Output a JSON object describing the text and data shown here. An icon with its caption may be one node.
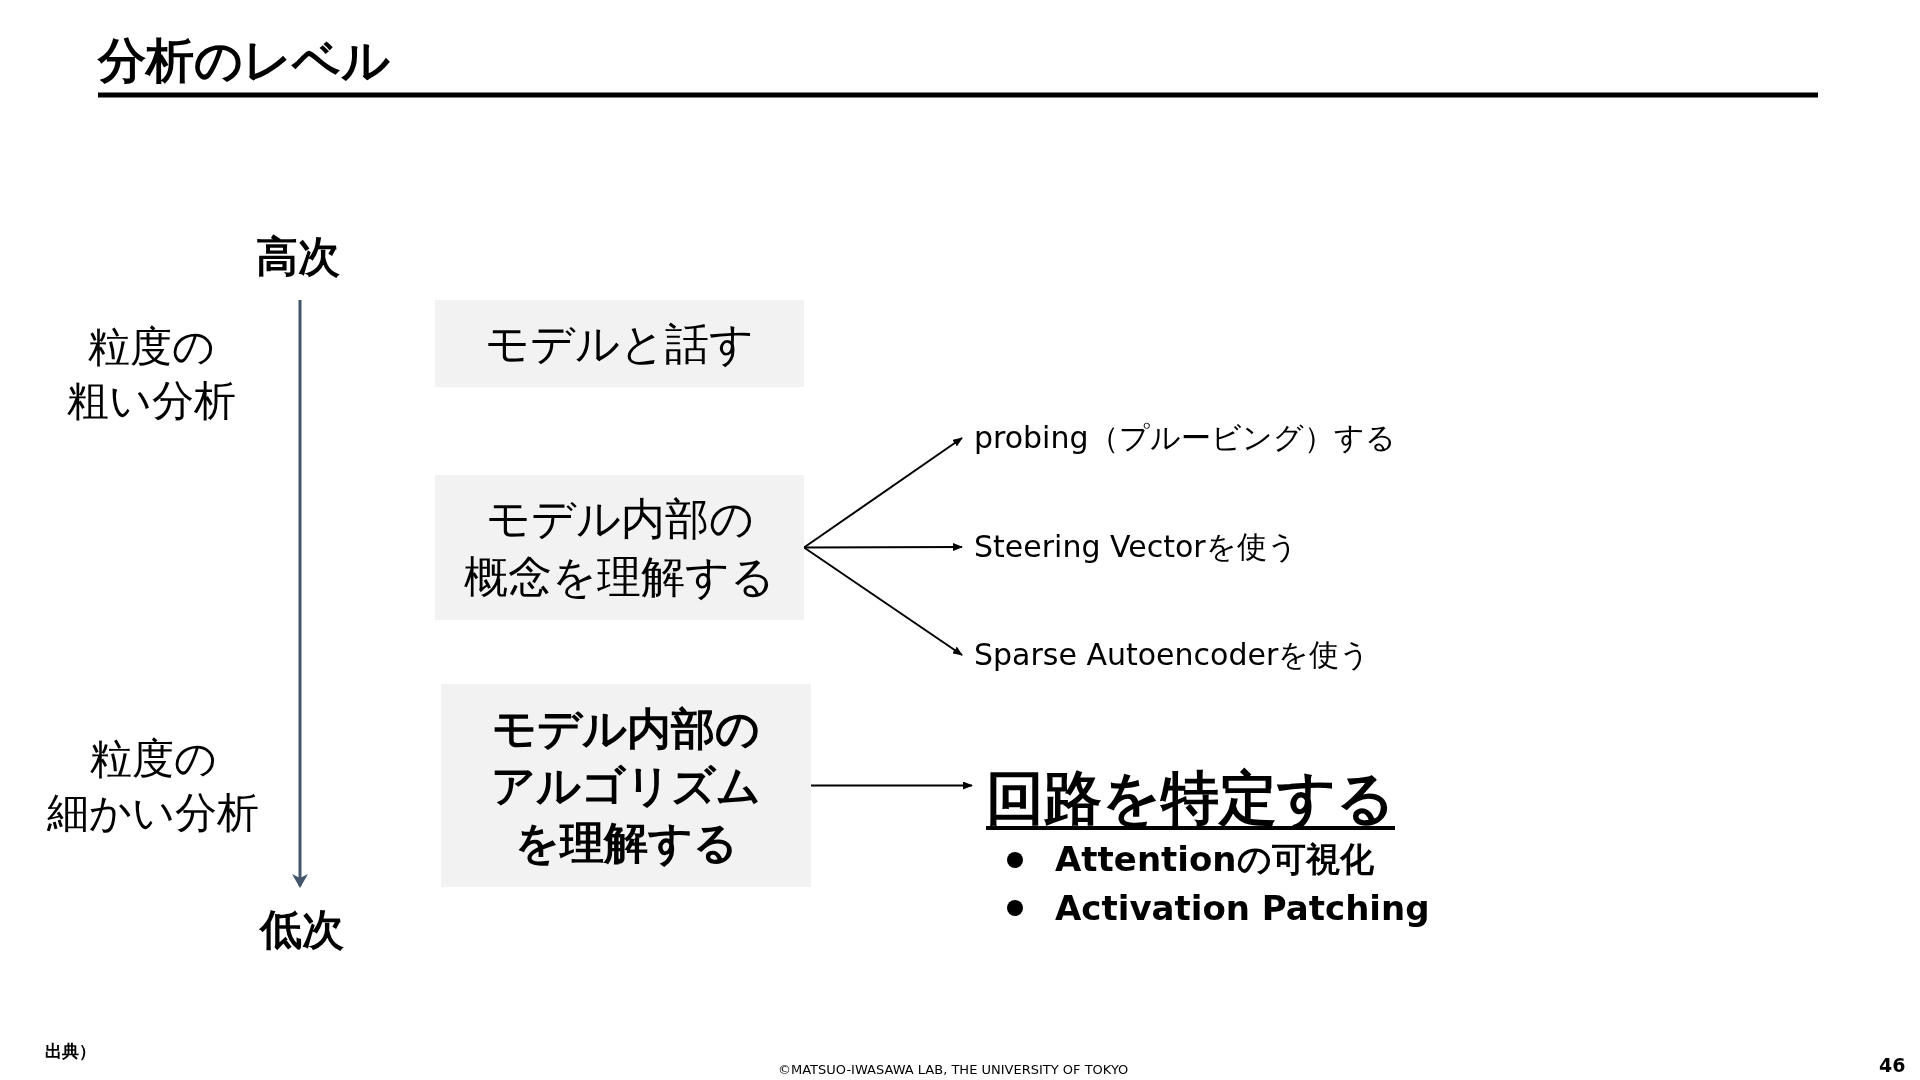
{
  "diagram": {
    "title": "分析のレベル",
    "nodes": [
      {
        "text": [
          "モデルと話す"
        ]
      },
      {
        "text": [
          "モデル内部の概念を理解する"
        ]
      },
      {
        "text": [
          "モデル内部のアルゴリズムを理解する"
        ]
      },
      {
        "text": [
          "probing（プルービング）する"
        ]
      },
      {
        "text": [
          "Steering Vectorを使う"
        ]
      },
      {
        "text": [
          "Sparse Autoencoderを使う"
        ]
      },
      {
        "text": [
          "回路を特定する",
          "Attentionの可視化",
          "Activation Patching"
        ]
      }
    ],
    "edges": [
      {
        "from": 1,
        "to": 3,
        "arrow": "to"
      },
      {
        "from": 1,
        "to": 4,
        "arrow": "to"
      },
      {
        "from": 1,
        "to": 5,
        "arrow": "to"
      },
      {
        "from": 2,
        "to": 6,
        "arrow": "to"
      }
    ],
    "labels": [
      "高次",
      "粒度の粗い分析",
      "粒度の細かい分析",
      "低次",
      "出典）",
      "©MATSUO-IWASAWA LAB, THE UNIVERSITY OF TOKYO",
      "46"
    ]
  }
}
